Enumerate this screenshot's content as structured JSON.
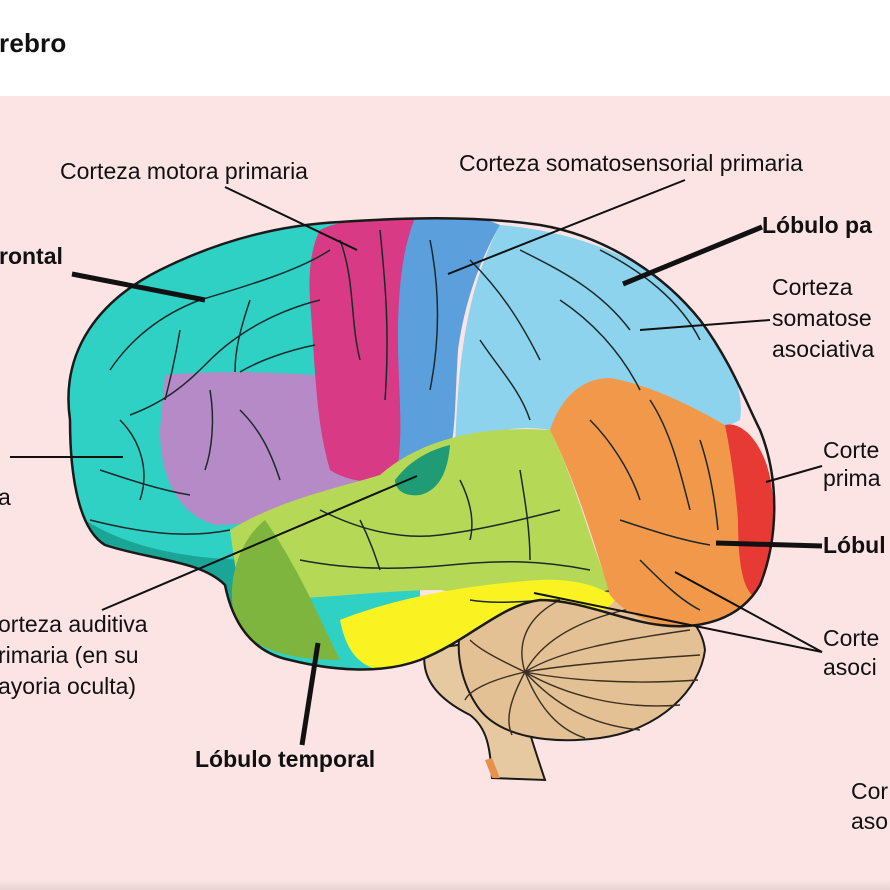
{
  "page": {
    "title": "rebro"
  },
  "colors": {
    "background": "#fce4e4",
    "frontal": "#2ed1c4",
    "frontal_dark": "#1aa596",
    "prefrontal_purple": "#b68ac7",
    "motor": "#d83a85",
    "somatosensory": "#5ba0dd",
    "parietal_assoc": "#8dd3ee",
    "temporal": "#b5d957",
    "temporal_dark": "#7db53f",
    "auditory": "#1f9c75",
    "temporal_inferior": "#fbf321",
    "occipital": "#f2984a",
    "visual": "#e83a35",
    "cerebellum": "#e3c194",
    "brainstem": "#e6c9a0",
    "outline": "#1a1a1a"
  },
  "labels": {
    "motor_cortex": "Corteza motora primaria",
    "somatosensory_cortex": "Corteza somatosensorial primaria",
    "parietal_lobe": "Lóbulo pa",
    "frontal_lobe": "rontal",
    "somatosensory_assoc_line1": "Corteza",
    "somatosensory_assoc_line2": "somatose",
    "somatosensory_assoc_line3": "asociativa",
    "prefrontal_fragment": "a",
    "visual_cortex_line1": "Corte",
    "visual_cortex_line2": "prima",
    "occipital_lobe": "Lóbul",
    "auditory_line1": "orteza auditiva",
    "auditory_line2": "rimaria (en su",
    "auditory_line3": "ayoria oculta)",
    "visual_assoc_line1": "Corte",
    "visual_assoc_line2": "asoci",
    "temporal_lobe": "Lóbulo temporal",
    "bottom_right_line1": "Cor",
    "bottom_right_line2": "aso"
  }
}
